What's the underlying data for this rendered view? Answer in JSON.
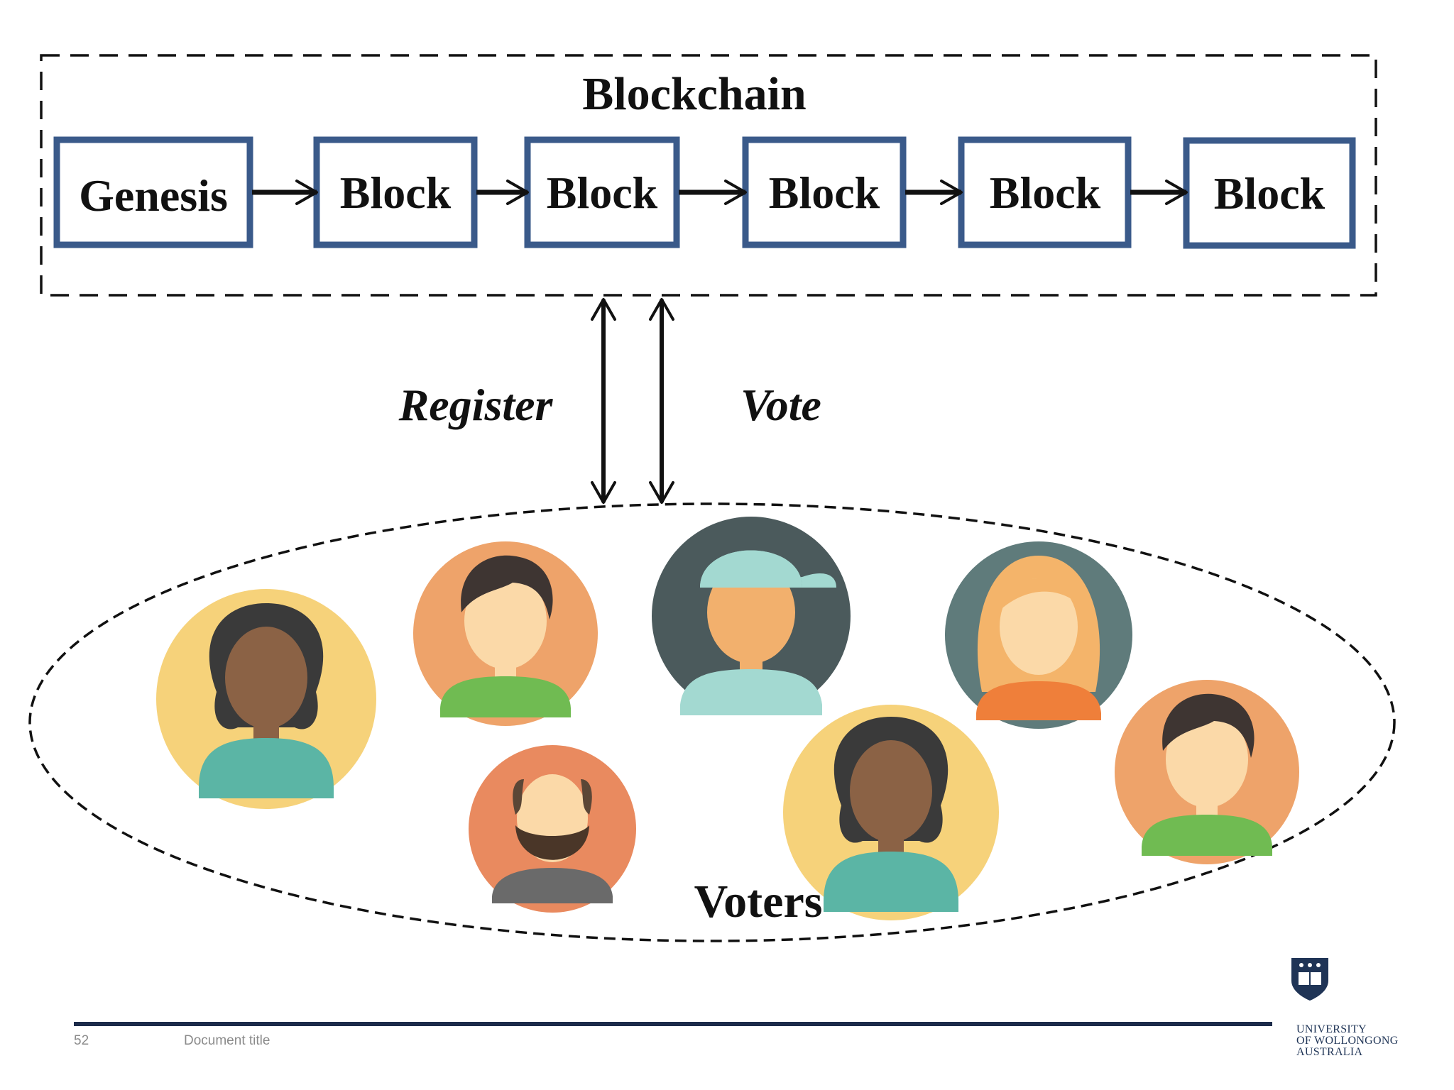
{
  "blockchain": {
    "title": "Blockchain",
    "blocks": [
      "Genesis",
      "Block",
      "Block",
      "Block",
      "Block",
      "Block"
    ]
  },
  "arrows": {
    "register_label": "Register",
    "vote_label": "Vote"
  },
  "voters": {
    "label": "Voters",
    "avatars": [
      {
        "kind": "woman-curly",
        "bg": "#f6d27a"
      },
      {
        "kind": "man",
        "bg": "#eea36a"
      },
      {
        "kind": "man-cap",
        "bg": "#4b5a5c"
      },
      {
        "kind": "woman-blonde",
        "bg": "#5f7b7b"
      },
      {
        "kind": "man-beard",
        "bg": "#e98a5f"
      },
      {
        "kind": "woman-curly",
        "bg": "#f6d27a"
      },
      {
        "kind": "man",
        "bg": "#eea36a"
      }
    ]
  },
  "footer": {
    "page_number": "52",
    "document_title": "Document title",
    "university_lines": [
      "UNIVERSITY",
      "OF WOLLONGONG",
      "AUSTRALIA"
    ]
  },
  "colors": {
    "block_border": "#3a5a8a",
    "footer_rule": "#1c2b4a"
  }
}
